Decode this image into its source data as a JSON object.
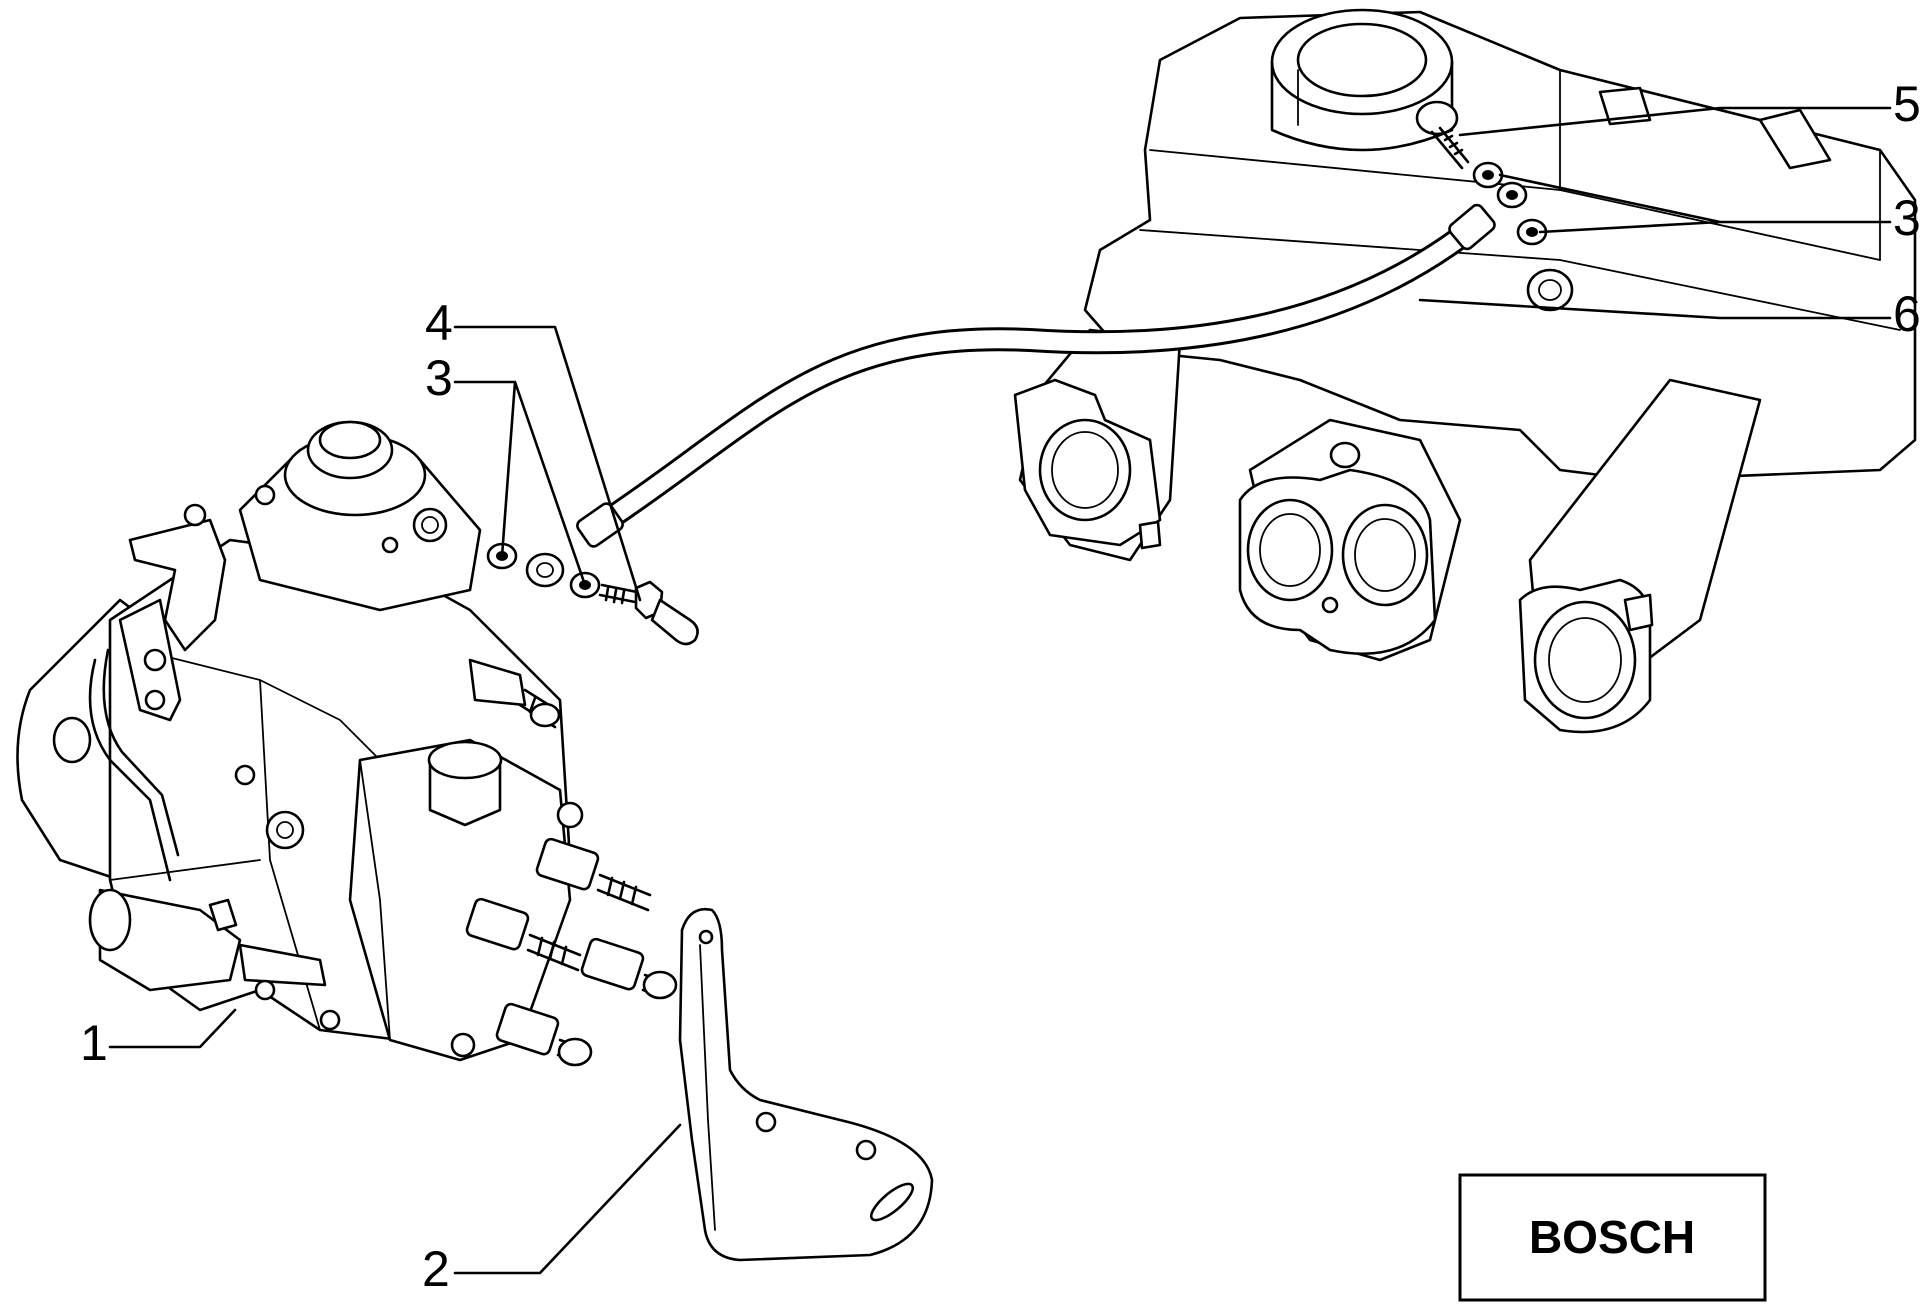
{
  "callouts": {
    "c1": "1",
    "c2": "2",
    "c3_left": "3",
    "c3_right": "3",
    "c4": "4",
    "c5": "5",
    "c6": "6"
  },
  "brand_box": {
    "label": "BOSCH"
  }
}
